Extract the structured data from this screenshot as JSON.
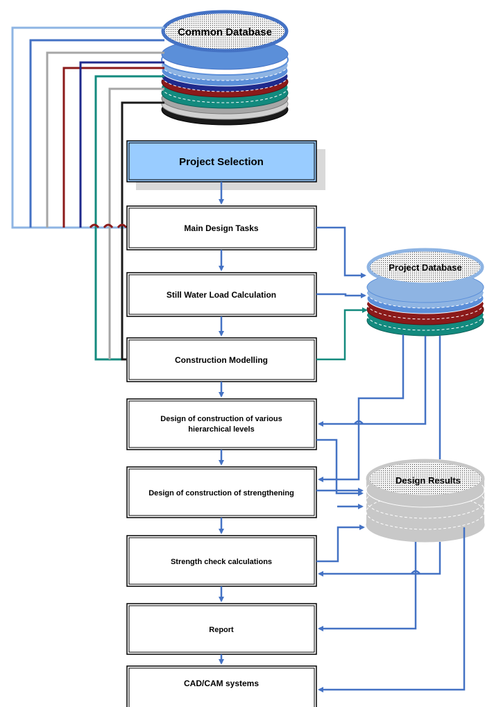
{
  "common_database": {
    "label": "Common Database"
  },
  "project_database": {
    "label": "Project Database"
  },
  "design_results": {
    "label": "Design Results"
  },
  "steps": [
    {
      "label": "Project Selection"
    },
    {
      "label": "Main Design Tasks"
    },
    {
      "label": "Still Water Load Calculation"
    },
    {
      "label": "Construction Modelling"
    },
    {
      "label": "Design of construction of various",
      "label2": "hierarchical levels"
    },
    {
      "label": "Design of construction of strengthening"
    },
    {
      "label": "Strength check calculations"
    },
    {
      "label": "Report"
    },
    {
      "label": "CAD/CAM systems"
    }
  ],
  "colors": {
    "flow_arrow": "#4472C4",
    "project_selection_fill": "#99CCFF",
    "dotted_top": "#EDEDED",
    "layer_light_blue": "#8EB4E3",
    "layer_blue": "#5B8FD9",
    "layer_white": "#FFFFFF",
    "layer_navy": "#1F2A8C",
    "layer_maroon": "#8B1A1A",
    "layer_teal": "#138A7E",
    "layer_gray": "#A6A6A6",
    "layer_black": "#1A1A1A",
    "results_gray": "#C8C8C8"
  }
}
